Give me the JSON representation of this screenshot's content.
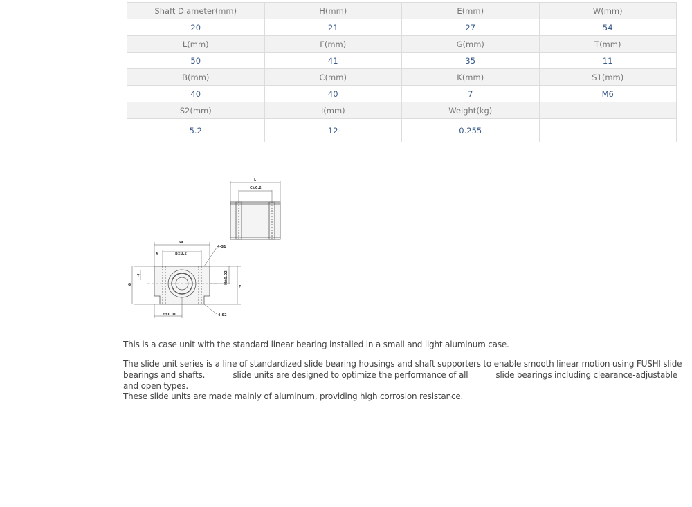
{
  "spec_table": {
    "rows": [
      {
        "type": "header",
        "cells": [
          "Shaft Diameter(mm)",
          "H(mm)",
          "E(mm)",
          "W(mm)"
        ]
      },
      {
        "type": "value",
        "cells": [
          "20",
          "21",
          "27",
          "54"
        ]
      },
      {
        "type": "header",
        "cells": [
          "L(mm)",
          "F(mm)",
          "G(mm)",
          "T(mm)"
        ]
      },
      {
        "type": "value",
        "cells": [
          "50",
          "41",
          "35",
          "11"
        ]
      },
      {
        "type": "header",
        "cells": [
          "B(mm)",
          "C(mm)",
          "K(mm)",
          "S1(mm)"
        ]
      },
      {
        "type": "value",
        "cells": [
          "40",
          "40",
          "7",
          "M6"
        ]
      },
      {
        "type": "header",
        "cells": [
          "S2(mm)",
          "I(mm)",
          "Weight(kg)",
          ""
        ]
      },
      {
        "type": "value",
        "cells": [
          "5.2",
          "12",
          "0.255",
          ""
        ]
      }
    ]
  },
  "drawing": {
    "top_view": {
      "dim_L": "L",
      "dim_C": "C±0.2"
    },
    "front_view": {
      "dim_W": "W",
      "dim_B": "B±0.2",
      "dim_K": "K",
      "dim_4S1": "4-S1",
      "dim_G": "G",
      "dim_T": "T",
      "dim_H": "H±0.02",
      "dim_F": "F",
      "dim_E": "E±0.00",
      "dim_4S2": "4-S2"
    }
  },
  "text": {
    "p1": "This is a case unit with the standard linear bearing installed in a small and light aluminum case.",
    "p2_a": "The slide unit series is a line of standardized slide bearing housings and shaft supporters to enable smooth linear motion using FUSHI slide bearings and shafts.",
    "p2_b": "slide units are designed to optimize the performance of all",
    "p2_c": "slide bearings including clearance-adjustable and open types.",
    "p3": "These slide units are made mainly of aluminum, providing high corrosion resistance."
  }
}
